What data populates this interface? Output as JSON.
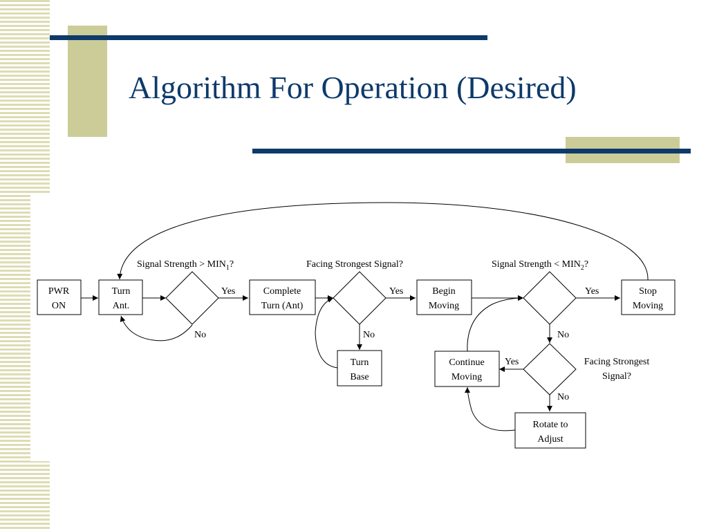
{
  "slide": {
    "title": "Algorithm For Operation (Desired)"
  },
  "colors": {
    "title": "#0e3a6b",
    "rules": "#0e3a6b",
    "accent": "#cccc99",
    "stripes": "#dcdcb4"
  },
  "flowchart": {
    "nodes": {
      "pwr_on": {
        "lines": [
          "PWR",
          "ON"
        ]
      },
      "turn_ant": {
        "lines": [
          "Turn",
          "Ant."
        ]
      },
      "complete_turn": {
        "lines": [
          "Complete",
          "Turn (Ant)"
        ]
      },
      "turn_base": {
        "lines": [
          "Turn",
          "Base"
        ]
      },
      "begin_moving": {
        "lines": [
          "Begin",
          "Moving"
        ]
      },
      "stop_moving": {
        "lines": [
          "Stop",
          "Moving"
        ]
      },
      "continue_moving": {
        "lines": [
          "Continue",
          "Moving"
        ]
      },
      "rotate_adjust": {
        "lines": [
          "Rotate to",
          "Adjust"
        ]
      }
    },
    "decisions": {
      "d1": {
        "question": "Signal Strength > MIN",
        "subscript": "1",
        "suffix": "?"
      },
      "d2": {
        "question": "Facing Strongest Signal?"
      },
      "d3": {
        "question": "Signal Strength < MIN",
        "subscript": "2",
        "suffix": "?"
      },
      "d4": {
        "lines": [
          "Facing Strongest",
          "Signal?"
        ]
      }
    },
    "edge_labels": {
      "d1_yes": "Yes",
      "d1_no": "No",
      "d2_yes": "Yes",
      "d2_no": "No",
      "d3_yes": "Yes",
      "d3_no": "No",
      "d4_yes": "Yes",
      "d4_no": "No"
    }
  }
}
